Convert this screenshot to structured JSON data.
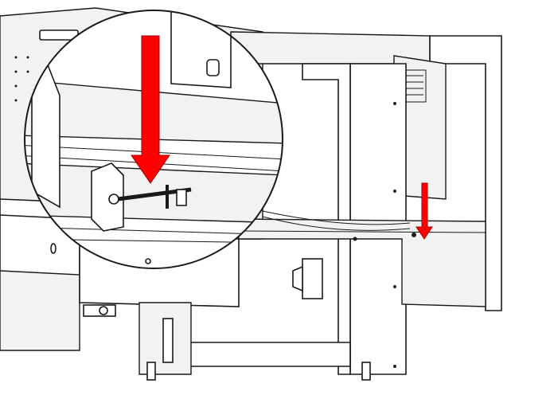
{
  "illustration": {
    "subject": "",
    "colors": {
      "line": "#1a1a1a",
      "background": "#ffffff",
      "shade": "#f2f2f2",
      "arrow": "#ff0000"
    },
    "icons": [
      "arrow-down-large",
      "arrow-down-small",
      "magnifier-detail-circle"
    ]
  }
}
